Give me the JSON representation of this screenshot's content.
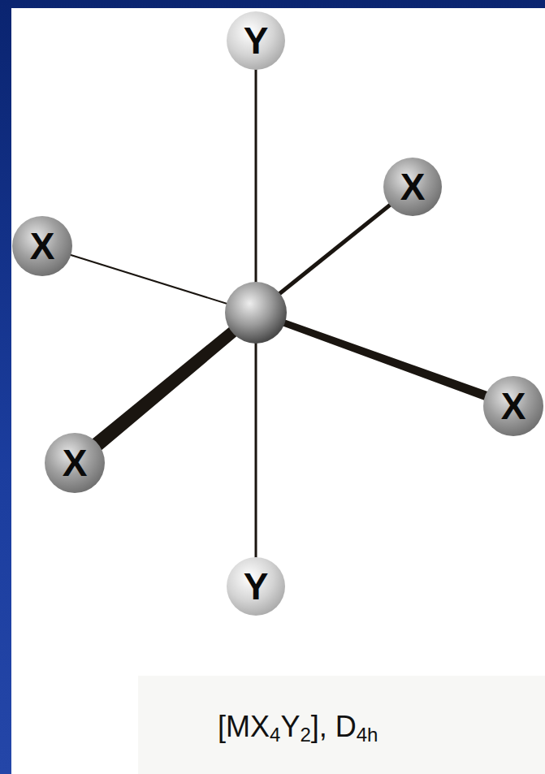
{
  "diagram": {
    "caption": "[MX4Y2], D4h",
    "nodes": [
      {
        "text": [
          "Y"
        ]
      },
      {
        "text": [
          "X"
        ]
      },
      {
        "text": [
          "X"
        ]
      },
      {
        "text": [
          "X"
        ]
      },
      {
        "text": [
          "X"
        ]
      },
      {
        "text": [
          "Y"
        ]
      }
    ]
  }
}
